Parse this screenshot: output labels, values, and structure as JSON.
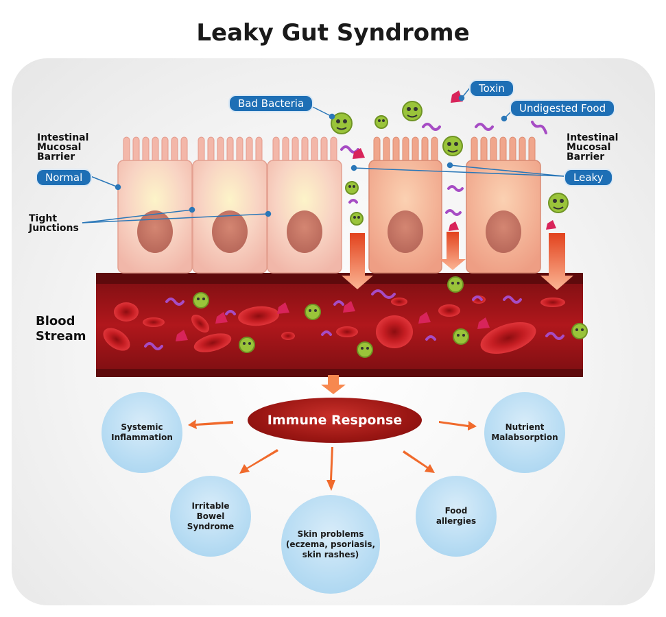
{
  "title": "Leaky Gut Syndrome",
  "labels": {
    "mucosal_left": [
      "Intestinal",
      "Mucosal",
      "Barrier"
    ],
    "mucosal_right": [
      "Intestinal",
      "Mucosal",
      "Barrier"
    ],
    "tight_junctions": [
      "Tight",
      "Junctions"
    ],
    "blood_stream": [
      "Blood",
      "Stream"
    ]
  },
  "pills": {
    "normal": "Normal",
    "leaky": "Leaky",
    "bad_bacteria": "Bad Bacteria",
    "toxin": "Toxin",
    "undigested_food": "Undigested Food"
  },
  "immune_response": "Immune Response",
  "effects": {
    "systemic": [
      "Systemic",
      "Inflammation"
    ],
    "nutrient": [
      "Nutrient",
      "Malabsorption"
    ],
    "ibs": [
      "Irritable",
      "Bowel",
      "Syndrome"
    ],
    "skin": [
      "Skin problems",
      "(eczema, psoriasis,",
      "skin rashes)"
    ],
    "food": [
      "Food",
      "allergies"
    ]
  },
  "colors": {
    "pill_blue": "#1e6fb5",
    "blood_red": "#a3151b",
    "immune_red": "#9a1613",
    "bubble_blue": "#b7dcf3",
    "arrow_orange": "#f06a2c",
    "bacteria_green": "#9ac43a",
    "toxin_pink": "#d8245a",
    "food_purple": "#a64cc4",
    "normal_cell": "#f6c9c2",
    "leaky_cell": "#f2a98f"
  }
}
